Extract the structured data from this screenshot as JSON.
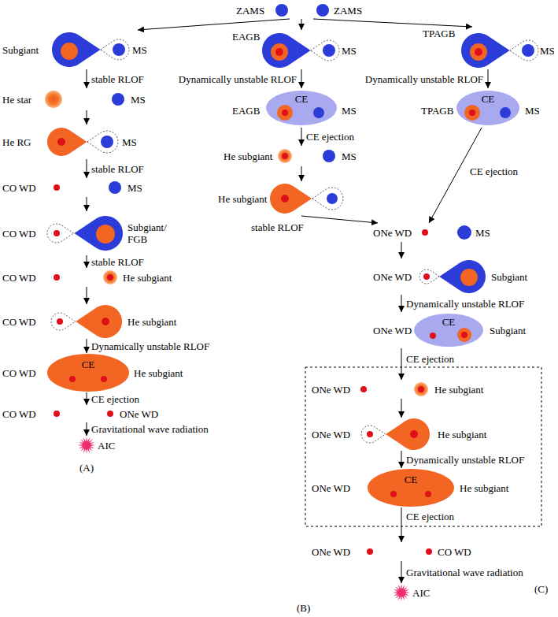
{
  "diagram": {
    "nodes": [
      {
        "text": [
          "ZAMS",
          "ZAMS"
        ]
      },
      {
        "text": [
          "Subgiant",
          "MS"
        ]
      },
      {
        "text": [
          "He star",
          "MS"
        ]
      },
      {
        "text": [
          "He RG",
          "MS"
        ]
      },
      {
        "text": [
          "CO WD",
          "MS"
        ]
      },
      {
        "text": [
          "CO WD",
          "Subgiant/ FGB"
        ]
      },
      {
        "text": [
          "CO WD",
          "He subgiant"
        ]
      },
      {
        "text": [
          "CO WD",
          "He subgiant"
        ]
      },
      {
        "text": [
          "CO WD",
          "CE",
          "He subgiant"
        ]
      },
      {
        "text": [
          "CO WD",
          "ONe WD"
        ]
      },
      {
        "text": [
          "AIC"
        ]
      },
      {
        "text": [
          "EAGB",
          "MS"
        ]
      },
      {
        "text": [
          "EAGB",
          "CE",
          "MS"
        ]
      },
      {
        "text": [
          "He subgiant",
          "MS"
        ]
      },
      {
        "text": [
          "He subgiant"
        ]
      },
      {
        "text": [
          "TPAGB",
          "MS"
        ]
      },
      {
        "text": [
          "TPAGB",
          "CE",
          "MS"
        ]
      },
      {
        "text": [
          "ONe WD",
          "MS"
        ]
      },
      {
        "text": [
          "ONe WD",
          "Subgiant"
        ]
      },
      {
        "text": [
          "ONe WD",
          "CE",
          "Subgiant"
        ]
      },
      {
        "text": [
          "ONe WD",
          "He subgiant"
        ]
      },
      {
        "text": [
          "ONe WD",
          "He subgiant"
        ]
      },
      {
        "text": [
          "ONe WD",
          "CE",
          "He subgiant"
        ]
      },
      {
        "text": [
          "ONe WD",
          "CO WD"
        ]
      },
      {
        "text": [
          "AIC"
        ]
      }
    ],
    "edges": [
      {
        "from": 0,
        "to": 1,
        "arrow": "to"
      },
      {
        "from": 0,
        "to": 11,
        "arrow": "to"
      },
      {
        "from": 0,
        "to": 15,
        "arrow": "to"
      },
      {
        "from": 1,
        "to": 2,
        "label": "stable RLOF",
        "arrow": "to"
      },
      {
        "from": 2,
        "to": 3,
        "arrow": "to"
      },
      {
        "from": 3,
        "to": 4,
        "label": "stable RLOF",
        "arrow": "to"
      },
      {
        "from": 4,
        "to": 5,
        "arrow": "to"
      },
      {
        "from": 5,
        "to": 6,
        "label": "stable RLOF",
        "arrow": "to"
      },
      {
        "from": 6,
        "to": 7,
        "arrow": "to"
      },
      {
        "from": 7,
        "to": 8,
        "label": "Dynamically unstable RLOF",
        "arrow": "to"
      },
      {
        "from": 8,
        "to": 9,
        "label": "CE ejection",
        "arrow": "to"
      },
      {
        "from": 9,
        "to": 10,
        "label": "Gravitational wave radiation",
        "arrow": "to"
      },
      {
        "from": 11,
        "to": 12,
        "label": "Dynamically unstable RLOF",
        "arrow": "to"
      },
      {
        "from": 12,
        "to": 13,
        "label": "CE ejection",
        "arrow": "to"
      },
      {
        "from": 13,
        "to": 14,
        "arrow": "to"
      },
      {
        "from": 14,
        "to": 17,
        "label": "stable RLOF",
        "arrow": "to"
      },
      {
        "from": 15,
        "to": 16,
        "label": "Dynamically unstable RLOF",
        "arrow": "to"
      },
      {
        "from": 16,
        "to": 17,
        "label": "CE ejection",
        "arrow": "to"
      },
      {
        "from": 17,
        "to": 18,
        "arrow": "to"
      },
      {
        "from": 18,
        "to": 19,
        "label": "Dynamically unstable RLOF",
        "arrow": "to"
      },
      {
        "from": 19,
        "to": 20,
        "label": "CE ejection",
        "arrow": "to"
      },
      {
        "from": 20,
        "to": 21,
        "arrow": "to"
      },
      {
        "from": 21,
        "to": 22,
        "label": "Dynamically unstable RLOF",
        "arrow": "to"
      },
      {
        "from": 22,
        "to": 23,
        "label": "CE ejection",
        "arrow": "to"
      },
      {
        "from": 23,
        "to": 24,
        "label": "Gravitational wave radiation",
        "arrow": "to"
      }
    ],
    "labels": [
      "(A)",
      "(B)",
      "(C)"
    ]
  }
}
